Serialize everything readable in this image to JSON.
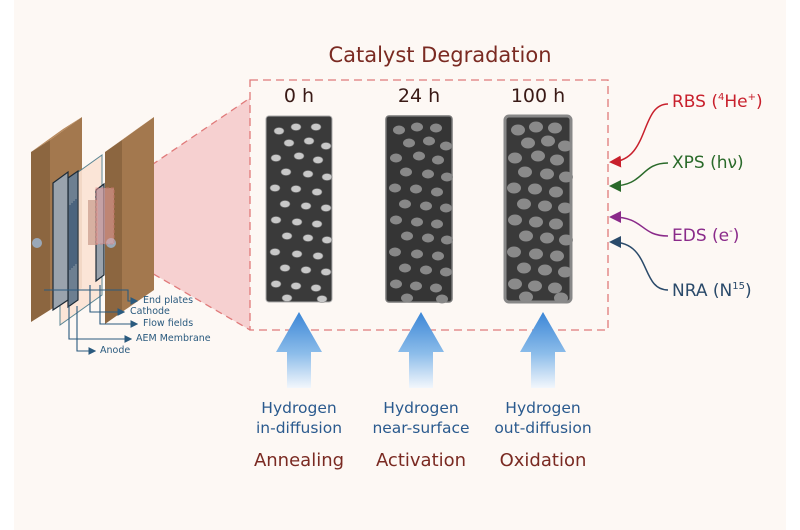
{
  "diagram": {
    "title": "Catalyst Degradation",
    "colors": {
      "background": "#fdf8f4",
      "title_text": "#7a2a22",
      "dashed_box": "#e07a7a",
      "zoom_cone": "#f5c9c9",
      "end_plate": "#a3784e",
      "catalyst_dark": "#3a3a3a",
      "particle_fresh": "#c8c8c8",
      "particle_aged": "#8a8a8a",
      "arrow_blue": "#3b86d6",
      "hydrogen_text": "#2a5a8e",
      "rbs": "#c8202c",
      "xps": "#2a6a2a",
      "eds": "#8a2a8a",
      "nra": "#2a4a6a"
    },
    "cell_parts": [
      {
        "label": "End plates"
      },
      {
        "label": "Cathode"
      },
      {
        "label": "Flow fields"
      },
      {
        "label": "AEM Membrane"
      },
      {
        "label": "Anode"
      }
    ],
    "stages": [
      {
        "time": "0 h",
        "hydrogen_line1": "Hydrogen",
        "hydrogen_line2": "in-diffusion",
        "process": "Annealing",
        "particle_style": "fresh-light"
      },
      {
        "time": "24 h",
        "hydrogen_line1": "Hydrogen",
        "hydrogen_line2": "near-surface",
        "process": "Activation",
        "particle_style": "grey"
      },
      {
        "time": "100 h",
        "hydrogen_line1": "Hydrogen",
        "hydrogen_line2": "out-diffusion",
        "process": "Oxidation",
        "particle_style": "grey-coalesced"
      }
    ],
    "techniques": [
      {
        "name": "RBS",
        "open": " (",
        "sup": "4",
        "main": "He",
        "sup2": "+",
        "close": ")",
        "color": "#c8202c"
      },
      {
        "name": "XPS",
        "open": " (",
        "sup": "",
        "main": "hν",
        "sup2": "",
        "close": ")",
        "color": "#2a6a2a"
      },
      {
        "name": "EDS",
        "open": " (",
        "sup": "",
        "main": "e",
        "sup2": "-",
        "close": ")",
        "color": "#8a2a8a"
      },
      {
        "name": "NRA",
        "open": " (",
        "sup": "",
        "main": "N",
        "sup2": "15",
        "close": ")",
        "color": "#2a4a6a"
      }
    ]
  }
}
